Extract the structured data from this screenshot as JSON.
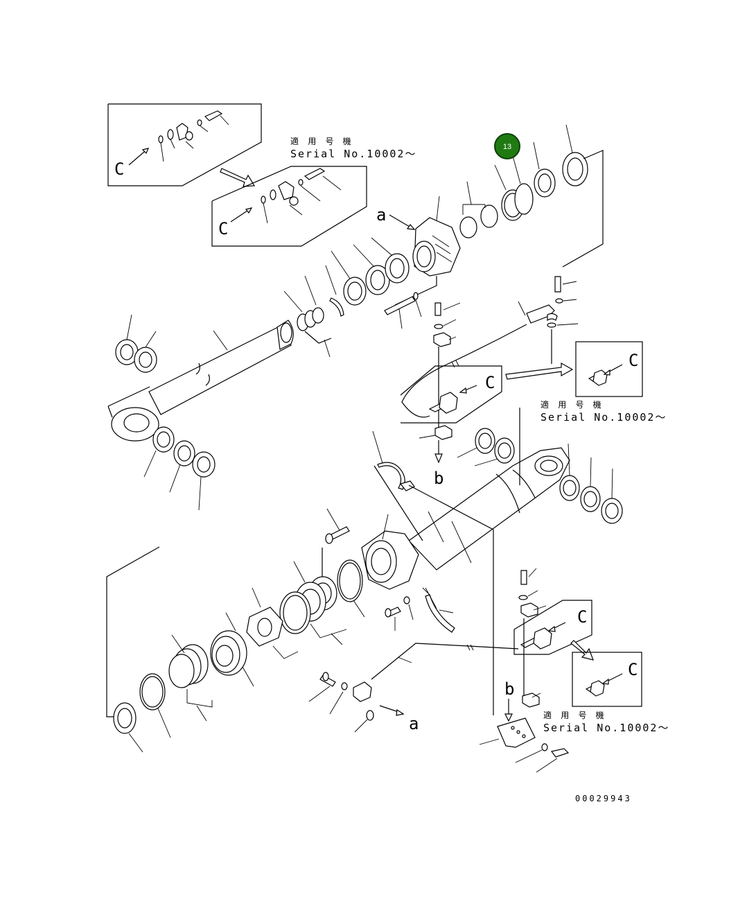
{
  "diagram": {
    "drawing_number": "00029943",
    "callout_badge": {
      "number": "13",
      "color": "#1f7a12",
      "ring_color": "#0d3f07"
    },
    "detail_c_label": "C",
    "arrow_a_label": "a",
    "arrow_b_label": "b",
    "serial_note_title": "適 用 号 機",
    "serial_note_text": "Serial No.10002〜",
    "line_color": "#000000",
    "background": "#ffffff"
  }
}
